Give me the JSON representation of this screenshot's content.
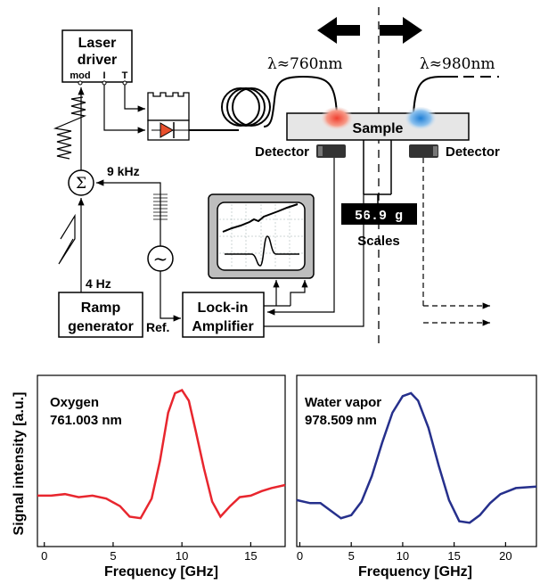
{
  "diagram": {
    "laser_driver": {
      "line1": "Laser",
      "line2": "driver",
      "pin_mod": "mod",
      "pin_i": "I",
      "pin_t": "T"
    },
    "sigma_symbol": "Σ",
    "sine_symbol": "~",
    "freq_9khz": "9 kHz",
    "freq_4hz": "4 Hz",
    "ramp": {
      "line1": "Ramp",
      "line2": "generator"
    },
    "ref_label": "Ref.",
    "lockin": {
      "line1": "Lock-in",
      "line2": "Amplifier"
    },
    "wavelength_left": "λ≈760nm",
    "wavelength_right": "λ≈980nm",
    "sample_label": "Sample",
    "detector_left": "Detector",
    "detector_right": "Detector",
    "scale_reading": "56.9 g",
    "scales_label": "Scales"
  },
  "chart_data": [
    {
      "type": "line",
      "annotation_line1": "Oxygen",
      "annotation_line2": "761.003 nm",
      "xlabel": "Frequency [GHz]",
      "ylabel": "Signal intensity [a.u.]",
      "xlim": [
        -0.5,
        17.5
      ],
      "ylim": [
        0,
        1
      ],
      "xticks": [
        0,
        5,
        10,
        15
      ],
      "color": "#e8262e",
      "x": [
        -0.5,
        0.5,
        1.5,
        2.5,
        3.5,
        4.5,
        5.5,
        6.2,
        7.0,
        7.8,
        8.4,
        9.0,
        9.5,
        10.0,
        10.5,
        11.0,
        11.6,
        12.2,
        12.8,
        13.5,
        14.2,
        15.0,
        15.8,
        16.5,
        17.5
      ],
      "y": [
        0.27,
        0.27,
        0.28,
        0.26,
        0.27,
        0.25,
        0.2,
        0.13,
        0.12,
        0.25,
        0.5,
        0.82,
        0.95,
        0.97,
        0.9,
        0.7,
        0.45,
        0.23,
        0.13,
        0.2,
        0.26,
        0.27,
        0.3,
        0.32,
        0.34
      ]
    },
    {
      "type": "line",
      "annotation_line1": "Water vapor",
      "annotation_line2": "978.509 nm",
      "xlabel": "Frequency [GHz]",
      "xlim": [
        -0.3,
        23
      ],
      "ylim": [
        0,
        1
      ],
      "xticks": [
        0,
        5,
        10,
        15,
        20
      ],
      "color": "#26308c",
      "x": [
        -0.3,
        1.0,
        2.0,
        3.0,
        4.0,
        5.0,
        6.0,
        7.0,
        8.0,
        9.0,
        10.0,
        10.8,
        11.5,
        12.5,
        13.5,
        14.5,
        15.5,
        16.5,
        17.5,
        18.5,
        19.5,
        21.0,
        23.0
      ],
      "y": [
        0.24,
        0.22,
        0.22,
        0.17,
        0.12,
        0.14,
        0.23,
        0.4,
        0.62,
        0.82,
        0.93,
        0.95,
        0.9,
        0.72,
        0.47,
        0.24,
        0.1,
        0.09,
        0.14,
        0.22,
        0.28,
        0.32,
        0.33
      ]
    }
  ]
}
